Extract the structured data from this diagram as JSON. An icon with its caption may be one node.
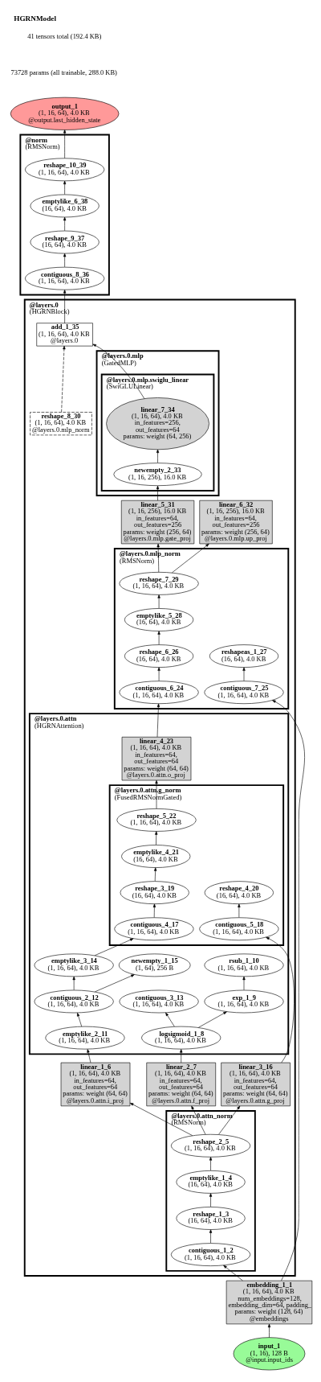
{
  "diagram": {
    "title": "HGRNModel",
    "labels": [
      "41 tensors total (192.4 KB)",
      "73728 params (all trainable, 288.0 KB)"
    ],
    "nodes": [
      {
        "text": [
          "output_1",
          "(1, 16, 64), 4.0 KB",
          "@output.last_hidden_state"
        ]
      },
      {
        "text": [
          "@norm",
          "(RMSNorm)"
        ]
      },
      {
        "text": [
          "reshape_10_39",
          "(1, 16, 64), 4.0 KB"
        ],
        "in": 1
      },
      {
        "text": [
          "emptylike_6_38",
          "(16, 64), 4.0 KB"
        ],
        "in": 1
      },
      {
        "text": [
          "reshape_9_37",
          "(16, 64), 4.0 KB"
        ],
        "in": 1
      },
      {
        "text": [
          "contiguous_8_36",
          "(1, 16, 64), 4.0 KB"
        ],
        "in": 1
      },
      {
        "text": [
          "@layers.0",
          "(HGRNBlock)"
        ]
      },
      {
        "text": [
          "add_1_35",
          "(1, 16, 64), 4.0 KB",
          "@layers.0"
        ],
        "in": 6
      },
      {
        "text": [
          "reshape_8_30",
          "(1, 16, 64), 4.0 KB",
          "@layers.0.mlp_norm"
        ],
        "in": 6
      },
      {
        "text": [
          "@layers.0.mlp",
          "(GatedMLP)"
        ],
        "in": 6
      },
      {
        "text": [
          "@layers.0.mlp.swiglu_linear",
          "(SwiGLULinear)"
        ],
        "in": 9
      },
      {
        "text": [
          "linear_7_34",
          "(1, 16, 64), 4.0 KB",
          "in_features=256, out_features=64",
          "params: weight (64, 256)"
        ],
        "in": 10
      },
      {
        "text": [
          "newempty_2_33",
          "(1, 16, 256), 16.0 KB"
        ],
        "in": 10
      },
      {
        "text": [
          "linear_5_31",
          "(1, 16, 256), 16.0 KB",
          "in_features=64, out_features=256",
          "params: weight (256, 64)",
          "@layers.0.mlp.gate_proj"
        ],
        "in": 6
      },
      {
        "text": [
          "linear_6_32",
          "(1, 16, 256), 16.0 KB",
          "in_features=64, out_features=256",
          "params: weight (256, 64)",
          "@layers.0.mlp.up_proj"
        ],
        "in": 6
      },
      {
        "text": [
          "@layers.0.mlp_norm",
          "(RMSNorm)"
        ],
        "in": 6
      },
      {
        "text": [
          "reshape_7_29",
          "(1, 16, 64), 4.0 KB"
        ],
        "in": 15
      },
      {
        "text": [
          "emptylike_5_28",
          "(16, 64), 4.0 KB"
        ],
        "in": 15
      },
      {
        "text": [
          "reshape_6_26",
          "(16, 64), 4.0 KB"
        ],
        "in": 15
      },
      {
        "text": [
          "reshapeas_1_27",
          "(16, 64), 4.0 KB"
        ],
        "in": 15
      },
      {
        "text": [
          "contiguous_6_24",
          "(1, 16, 64), 4.0 KB"
        ],
        "in": 15
      },
      {
        "text": [
          "contiguous_7_25",
          "(1, 16, 64), 4.0 KB"
        ],
        "in": 15
      },
      {
        "text": [
          "@layers.0.attn",
          "(HGRNAttention)"
        ],
        "in": 6
      },
      {
        "text": [
          "linear_4_23",
          "(1, 16, 64), 4.0 KB",
          "in_features=64, out_features=64",
          "params: weight (64, 64)",
          "@layers.0.attn.o_proj"
        ],
        "in": 22
      },
      {
        "text": [
          "@layers.0.attn.g_norm",
          "(FusedRMSNormGated)"
        ],
        "in": 22
      },
      {
        "text": [
          "reshape_5_22",
          "(1, 16, 64), 4.0 KB"
        ],
        "in": 24
      },
      {
        "text": [
          "emptylike_4_21",
          "(16, 64), 4.0 KB"
        ],
        "in": 24
      },
      {
        "text": [
          "reshape_3_19",
          "(16, 64), 4.0 KB"
        ],
        "in": 24
      },
      {
        "text": [
          "reshape_4_20",
          "(16, 64), 4.0 KB"
        ],
        "in": 24
      },
      {
        "text": [
          "contiguous_4_17",
          "(1, 16, 64), 4.0 KB"
        ],
        "in": 24
      },
      {
        "text": [
          "contiguous_5_18",
          "(1, 16, 64), 4.0 KB"
        ],
        "in": 24
      },
      {
        "text": [
          "emptylike_3_14",
          "(1, 16, 64), 4.0 KB"
        ],
        "in": 22
      },
      {
        "text": [
          "newempty_1_15",
          "(1, 64), 256 B"
        ],
        "in": 22
      },
      {
        "text": [
          "rsub_1_10",
          "(1, 16, 64), 4.0 KB"
        ],
        "in": 22
      },
      {
        "text": [
          "contiguous_2_12",
          "(1, 16, 64), 4.0 KB"
        ],
        "in": 22
      },
      {
        "text": [
          "exp_1_9",
          "(1, 16, 64), 4.0 KB"
        ],
        "in": 22
      },
      {
        "text": [
          "contiguous_3_13",
          "(1, 16, 64), 4.0 KB"
        ],
        "in": 22
      },
      {
        "text": [
          "emptylike_2_11",
          "(1, 16, 64), 4.0 KB"
        ],
        "in": 22
      },
      {
        "text": [
          "logsigmoid_1_8",
          "(1, 16, 64), 4.0 KB"
        ],
        "in": 22
      },
      {
        "text": [
          "linear_1_6",
          "(1, 16, 64), 4.0 KB",
          "in_features=64, out_features=64",
          "params: weight (64, 64)",
          "@layers.0.attn.i_proj"
        ],
        "in": 6
      },
      {
        "text": [
          "linear_2_7",
          "(1, 16, 64), 4.0 KB",
          "in_features=64, out_features=64",
          "params: weight (64, 64)",
          "@layers.0.attn.f_proj"
        ],
        "in": 6
      },
      {
        "text": [
          "linear_3_16",
          "(1, 16, 64), 4.0 KB",
          "in_features=64, out_features=64",
          "params: weight (64, 64)",
          "@layers.0.attn.g_proj"
        ],
        "in": 6
      },
      {
        "text": [
          "@layers.0.attn_norm",
          "(RMSNorm)"
        ],
        "in": 6
      },
      {
        "text": [
          "reshape_2_5",
          "(1, 16, 64), 4.0 KB"
        ],
        "in": 42
      },
      {
        "text": [
          "emptylike_1_4",
          "(16, 64), 4.0 KB"
        ],
        "in": 42
      },
      {
        "text": [
          "reshape_1_3",
          "(16, 64), 4.0 KB"
        ],
        "in": 42
      },
      {
        "text": [
          "contiguous_1_2",
          "(1, 16, 64), 4.0 KB"
        ],
        "in": 42
      },
      {
        "text": [
          "embedding_1_1",
          "(1, 16, 64), 4.0 KB",
          "num_embeddings=128, embedding_dim=64, padding_",
          "params: weight (128, 64)",
          "@embeddings"
        ]
      },
      {
        "text": [
          "input_1",
          "(1, 16), 128 B",
          "@input.input_ids"
        ]
      }
    ],
    "edges": [
      {
        "from": 48,
        "to": 47,
        "arrow": "to"
      },
      {
        "from": 47,
        "to": 46,
        "arrow": "to"
      },
      {
        "from": 47,
        "to": 21,
        "arrow": "to"
      },
      {
        "from": 46,
        "to": 45,
        "arrow": "to"
      },
      {
        "from": 45,
        "to": 44,
        "arrow": "to"
      },
      {
        "from": 44,
        "to": 43,
        "arrow": "to"
      },
      {
        "from": 43,
        "to": 39,
        "arrow": "to"
      },
      {
        "from": 43,
        "to": 40,
        "arrow": "to"
      },
      {
        "from": 43,
        "to": 41,
        "arrow": "to"
      },
      {
        "from": 39,
        "to": 37,
        "arrow": "to"
      },
      {
        "from": 40,
        "to": 38,
        "arrow": "to"
      },
      {
        "from": 41,
        "to": 30,
        "arrow": "to"
      },
      {
        "from": 37,
        "to": 34,
        "arrow": "to"
      },
      {
        "from": 34,
        "to": 31,
        "arrow": "to"
      },
      {
        "from": 34,
        "to": 32,
        "arrow": "to"
      },
      {
        "from": 38,
        "to": 35,
        "arrow": "to"
      },
      {
        "from": 38,
        "to": 36,
        "arrow": "to"
      },
      {
        "from": 35,
        "to": 33,
        "arrow": "to"
      },
      {
        "from": 31,
        "to": 29,
        "arrow": "to"
      },
      {
        "from": 29,
        "to": 27,
        "arrow": "to"
      },
      {
        "from": 27,
        "to": 26,
        "arrow": "to"
      },
      {
        "from": 26,
        "to": 25,
        "arrow": "to"
      },
      {
        "from": 30,
        "to": 28,
        "arrow": "to"
      },
      {
        "from": 25,
        "to": 23,
        "arrow": "to"
      },
      {
        "from": 23,
        "to": 20,
        "arrow": "to"
      },
      {
        "from": 20,
        "to": 18,
        "arrow": "to"
      },
      {
        "from": 18,
        "to": 17,
        "arrow": "to"
      },
      {
        "from": 17,
        "to": 16,
        "arrow": "to"
      },
      {
        "from": 21,
        "to": 19,
        "arrow": "to"
      },
      {
        "from": 16,
        "to": 13,
        "arrow": "to"
      },
      {
        "from": 16,
        "to": 14,
        "arrow": "to"
      },
      {
        "from": 13,
        "to": 12,
        "arrow": "to"
      },
      {
        "from": 12,
        "to": 11,
        "arrow": "to"
      },
      {
        "from": 11,
        "to": 7,
        "arrow": "to"
      },
      {
        "from": 8,
        "to": 7,
        "arrow": "to",
        "style": "dashed"
      },
      {
        "from": 7,
        "to": 5,
        "arrow": "to"
      },
      {
        "from": 5,
        "to": 4,
        "arrow": "to"
      },
      {
        "from": 4,
        "to": 3,
        "arrow": "to"
      },
      {
        "from": 3,
        "to": 2,
        "arrow": "to"
      },
      {
        "from": 2,
        "to": 0,
        "arrow": "to"
      }
    ]
  }
}
